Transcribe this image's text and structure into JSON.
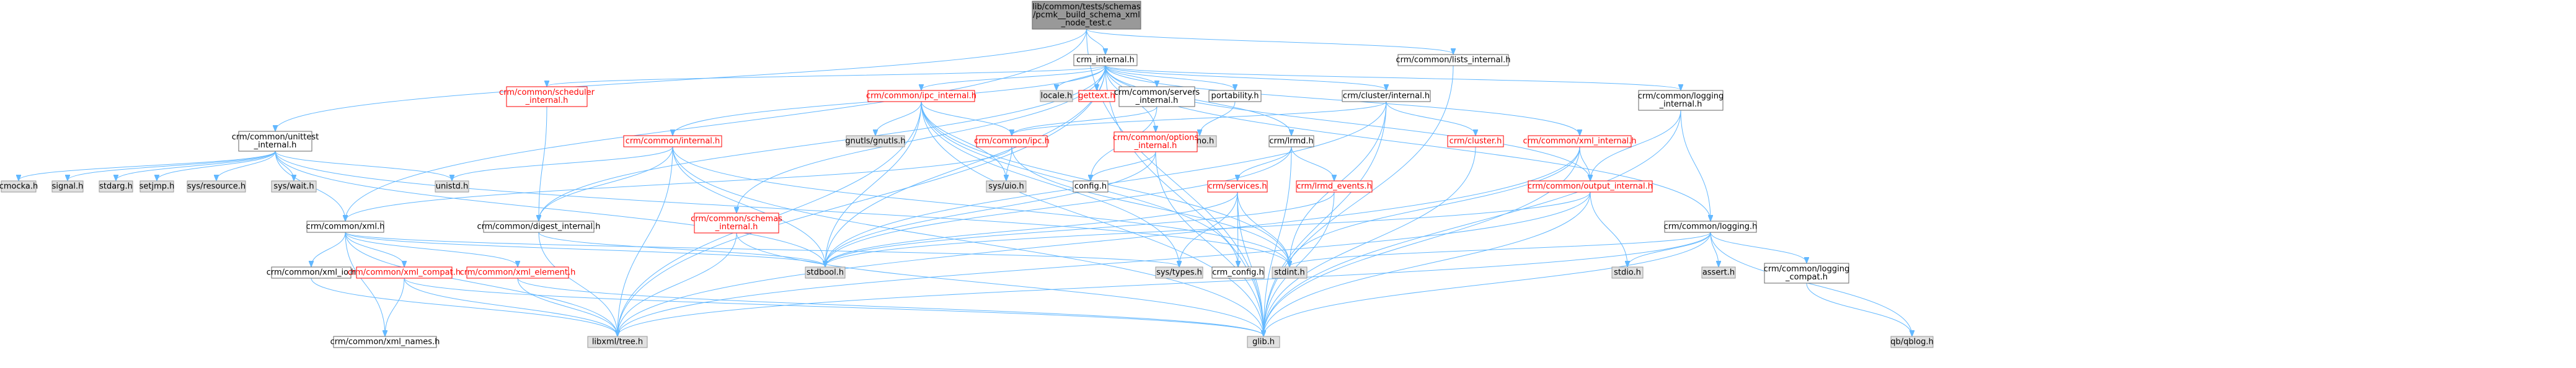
{
  "diagram": {
    "type": "include-dependency-graph",
    "colors": {
      "edge": "#63b8ff",
      "node_border": "#666666",
      "node_fill": "#ffffff",
      "root_fill": "#999999",
      "system_fill": "#e0e0e0",
      "system_border": "#999999",
      "incomplete_label": "#ff0000"
    },
    "nodes": [
      {
        "id": "root",
        "kind": "root",
        "lines": [
          "lib/common/tests/schemas",
          "/pcmk__build_schema_xml",
          "_node_test.c"
        ]
      },
      {
        "id": "crm_internal",
        "kind": "file",
        "lines": [
          "crm_internal.h"
        ]
      },
      {
        "id": "lists_internal",
        "kind": "file",
        "lines": [
          "crm/common/lists_internal.h"
        ]
      },
      {
        "id": "unittest_internal",
        "kind": "file",
        "lines": [
          "crm/common/unittest",
          "_internal.h"
        ]
      },
      {
        "id": "sched_internal",
        "kind": "red",
        "lines": [
          "crm/common/scheduler",
          "_internal.h"
        ]
      },
      {
        "id": "ipc_internal",
        "kind": "red",
        "lines": [
          "crm/common/ipc_internal.h"
        ]
      },
      {
        "id": "locale",
        "kind": "sys",
        "lines": [
          "locale.h"
        ]
      },
      {
        "id": "gettext",
        "kind": "red",
        "lines": [
          "gettext.h"
        ]
      },
      {
        "id": "servers_internal",
        "kind": "file",
        "lines": [
          "crm/common/servers",
          "_internal.h"
        ]
      },
      {
        "id": "portability",
        "kind": "file",
        "lines": [
          "portability.h"
        ]
      },
      {
        "id": "cluster_internal",
        "kind": "file",
        "lines": [
          "crm/cluster/internal.h"
        ]
      },
      {
        "id": "logging_internal",
        "kind": "file",
        "lines": [
          "crm/common/logging",
          "_internal.h"
        ]
      },
      {
        "id": "gnutls",
        "kind": "sys",
        "lines": [
          "gnutls/gnutls.h"
        ]
      },
      {
        "id": "errno",
        "kind": "sys",
        "lines": [
          "errno.h"
        ]
      },
      {
        "id": "ipc",
        "kind": "red",
        "lines": [
          "crm/common/ipc.h"
        ]
      },
      {
        "id": "options_internal",
        "kind": "red",
        "lines": [
          "crm/common/options",
          "_internal.h"
        ]
      },
      {
        "id": "lrmd",
        "kind": "file",
        "lines": [
          "crm/lrmd.h"
        ]
      },
      {
        "id": "cluster_h",
        "kind": "red",
        "lines": [
          "crm/cluster.h"
        ]
      },
      {
        "id": "xml_internal",
        "kind": "red",
        "lines": [
          "crm/common/xml_internal.h"
        ]
      },
      {
        "id": "common_internal",
        "kind": "red",
        "lines": [
          "crm/common/internal.h"
        ]
      },
      {
        "id": "cmocka",
        "kind": "sys",
        "lines": [
          "cmocka.h"
        ]
      },
      {
        "id": "signal",
        "kind": "sys",
        "lines": [
          "signal.h"
        ]
      },
      {
        "id": "stdarg",
        "kind": "sys",
        "lines": [
          "stdarg.h"
        ]
      },
      {
        "id": "setjmp",
        "kind": "sys",
        "lines": [
          "setjmp.h"
        ]
      },
      {
        "id": "sysresource",
        "kind": "sys",
        "lines": [
          "sys/resource.h"
        ]
      },
      {
        "id": "syswait",
        "kind": "sys",
        "lines": [
          "sys/wait.h"
        ]
      },
      {
        "id": "unistd",
        "kind": "sys",
        "lines": [
          "unistd.h"
        ]
      },
      {
        "id": "sysuio",
        "kind": "sys",
        "lines": [
          "sys/uio.h"
        ]
      },
      {
        "id": "config",
        "kind": "file",
        "lines": [
          "config.h"
        ]
      },
      {
        "id": "services",
        "kind": "red",
        "lines": [
          "crm/services.h"
        ]
      },
      {
        "id": "lrmd_events",
        "kind": "red",
        "lines": [
          "crm/lrmd_events.h"
        ]
      },
      {
        "id": "output_internal",
        "kind": "red",
        "lines": [
          "crm/common/output_internal.h"
        ]
      },
      {
        "id": "xml",
        "kind": "file",
        "lines": [
          "crm/common/xml.h"
        ]
      },
      {
        "id": "digest_internal",
        "kind": "file",
        "lines": [
          "crm/common/digest_internal.h"
        ]
      },
      {
        "id": "schemas_internal",
        "kind": "red",
        "lines": [
          "crm/common/schemas",
          "_internal.h"
        ]
      },
      {
        "id": "logging",
        "kind": "file",
        "lines": [
          "crm/common/logging.h"
        ]
      },
      {
        "id": "xml_io",
        "kind": "file",
        "lines": [
          "crm/common/xml_io.h"
        ]
      },
      {
        "id": "xml_compat",
        "kind": "red",
        "lines": [
          "crm/common/xml_compat.h"
        ]
      },
      {
        "id": "xml_element",
        "kind": "red",
        "lines": [
          "crm/common/xml_element.h"
        ]
      },
      {
        "id": "stdbool",
        "kind": "sys",
        "lines": [
          "stdbool.h"
        ]
      },
      {
        "id": "systypes",
        "kind": "sys",
        "lines": [
          "sys/types.h"
        ]
      },
      {
        "id": "crm_config",
        "kind": "file",
        "lines": [
          "crm_config.h"
        ]
      },
      {
        "id": "stdint",
        "kind": "sys",
        "lines": [
          "stdint.h"
        ]
      },
      {
        "id": "stdio",
        "kind": "sys",
        "lines": [
          "stdio.h"
        ]
      },
      {
        "id": "assert",
        "kind": "sys",
        "lines": [
          "assert.h"
        ]
      },
      {
        "id": "logging_compat",
        "kind": "file",
        "lines": [
          "crm/common/logging",
          "_compat.h"
        ]
      },
      {
        "id": "xml_names",
        "kind": "file",
        "lines": [
          "crm/common/xml_names.h"
        ]
      },
      {
        "id": "libxml_tree",
        "kind": "sys",
        "lines": [
          "libxml/tree.h"
        ]
      },
      {
        "id": "glib",
        "kind": "sys",
        "lines": [
          "glib.h"
        ]
      },
      {
        "id": "qblog",
        "kind": "sys",
        "lines": [
          "qb/qblog.h"
        ]
      }
    ],
    "edges": [
      [
        "root",
        "crm_internal"
      ],
      [
        "root",
        "lists_internal"
      ],
      [
        "root",
        "unittest_internal"
      ],
      [
        "root",
        "xml"
      ],
      [
        "root",
        "glib"
      ],
      [
        "crm_internal",
        "sched_internal"
      ],
      [
        "crm_internal",
        "ipc_internal"
      ],
      [
        "crm_internal",
        "locale"
      ],
      [
        "crm_internal",
        "gettext"
      ],
      [
        "crm_internal",
        "servers_internal"
      ],
      [
        "crm_internal",
        "portability"
      ],
      [
        "crm_internal",
        "cluster_internal"
      ],
      [
        "crm_internal",
        "logging_internal"
      ],
      [
        "crm_internal",
        "common_internal"
      ],
      [
        "crm_internal",
        "schemas_internal"
      ],
      [
        "crm_internal",
        "options_internal"
      ],
      [
        "crm_internal",
        "lrmd"
      ],
      [
        "crm_internal",
        "xml_internal"
      ],
      [
        "crm_internal",
        "digest_internal"
      ],
      [
        "crm_internal",
        "libxml_tree"
      ],
      [
        "crm_internal",
        "stdbool"
      ],
      [
        "crm_internal",
        "output_internal"
      ],
      [
        "crm_internal",
        "logging"
      ],
      [
        "crm_internal",
        "glib"
      ],
      [
        "lists_internal",
        "glib"
      ],
      [
        "unittest_internal",
        "cmocka"
      ],
      [
        "unittest_internal",
        "signal"
      ],
      [
        "unittest_internal",
        "stdarg"
      ],
      [
        "unittest_internal",
        "setjmp"
      ],
      [
        "unittest_internal",
        "sysresource"
      ],
      [
        "unittest_internal",
        "syswait"
      ],
      [
        "unittest_internal",
        "unistd"
      ],
      [
        "unittest_internal",
        "xml"
      ],
      [
        "unittest_internal",
        "stdbool"
      ],
      [
        "unittest_internal",
        "stdint"
      ],
      [
        "sched_internal",
        "digest_internal"
      ],
      [
        "ipc_internal",
        "gnutls"
      ],
      [
        "ipc_internal",
        "ipc"
      ],
      [
        "ipc_internal",
        "sysuio"
      ],
      [
        "ipc_internal",
        "stdbool"
      ],
      [
        "ipc_internal",
        "systypes"
      ],
      [
        "ipc_internal",
        "stdint"
      ],
      [
        "ipc_internal",
        "libxml_tree"
      ],
      [
        "ipc_internal",
        "glib"
      ],
      [
        "ipc_internal",
        "crm_config"
      ],
      [
        "servers_internal",
        "ipc"
      ],
      [
        "servers_internal",
        "config"
      ],
      [
        "portability",
        "errno"
      ],
      [
        "cluster_internal",
        "ipc"
      ],
      [
        "cluster_internal",
        "cluster_h"
      ],
      [
        "cluster_internal",
        "stdbool"
      ],
      [
        "cluster_internal",
        "stdint"
      ],
      [
        "cluster_internal",
        "glib"
      ],
      [
        "logging_internal",
        "output_internal"
      ],
      [
        "logging_internal",
        "logging"
      ],
      [
        "logging_internal",
        "glib"
      ],
      [
        "ipc",
        "sysuio"
      ],
      [
        "ipc",
        "xml"
      ],
      [
        "ipc",
        "stdint"
      ],
      [
        "options_internal",
        "config"
      ],
      [
        "options_internal",
        "stdbool"
      ],
      [
        "options_internal",
        "glib"
      ],
      [
        "lrmd",
        "services"
      ],
      [
        "lrmd",
        "lrmd_events"
      ],
      [
        "lrmd",
        "stdbool"
      ],
      [
        "lrmd",
        "glib"
      ],
      [
        "cluster_h",
        "glib"
      ],
      [
        "xml_internal",
        "output_internal"
      ],
      [
        "xml_internal",
        "stdint"
      ],
      [
        "xml_internal",
        "libxml_tree"
      ],
      [
        "xml_internal",
        "glib"
      ],
      [
        "common_internal",
        "unistd"
      ],
      [
        "common_internal",
        "digest_internal"
      ],
      [
        "common_internal",
        "stdbool"
      ],
      [
        "common_internal",
        "libxml_tree"
      ],
      [
        "common_internal",
        "glib"
      ],
      [
        "common_internal",
        "stdint"
      ],
      [
        "services",
        "systypes"
      ],
      [
        "services",
        "stdbool"
      ],
      [
        "services",
        "stdint"
      ],
      [
        "services",
        "crm_config"
      ],
      [
        "services",
        "glib"
      ],
      [
        "lrmd_events",
        "stdbool"
      ],
      [
        "lrmd_events",
        "glib"
      ],
      [
        "output_internal",
        "stdio"
      ],
      [
        "output_internal",
        "libxml_tree"
      ],
      [
        "output_internal",
        "glib"
      ],
      [
        "output_internal",
        "stdbool"
      ],
      [
        "xml",
        "stdbool"
      ],
      [
        "xml",
        "systypes"
      ],
      [
        "xml",
        "libxml_tree"
      ],
      [
        "xml",
        "xml_io"
      ],
      [
        "xml",
        "xml_compat"
      ],
      [
        "xml",
        "xml_element"
      ],
      [
        "xml",
        "xml_names"
      ],
      [
        "digest_internal",
        "libxml_tree"
      ],
      [
        "digest_internal",
        "stdbool"
      ],
      [
        "schemas_internal",
        "libxml_tree"
      ],
      [
        "schemas_internal",
        "glib"
      ],
      [
        "logging",
        "stdio"
      ],
      [
        "logging",
        "stdint"
      ],
      [
        "logging",
        "glib"
      ],
      [
        "logging",
        "qblog"
      ],
      [
        "logging",
        "assert"
      ],
      [
        "logging",
        "logging_compat"
      ],
      [
        "logging",
        "libxml_tree"
      ],
      [
        "xml_io",
        "libxml_tree"
      ],
      [
        "xml_compat",
        "glib"
      ],
      [
        "xml_compat",
        "libxml_tree"
      ],
      [
        "xml_compat",
        "xml_names"
      ],
      [
        "xml_element",
        "libxml_tree"
      ],
      [
        "xml_element",
        "glib"
      ],
      [
        "logging_compat",
        "qblog"
      ]
    ]
  }
}
